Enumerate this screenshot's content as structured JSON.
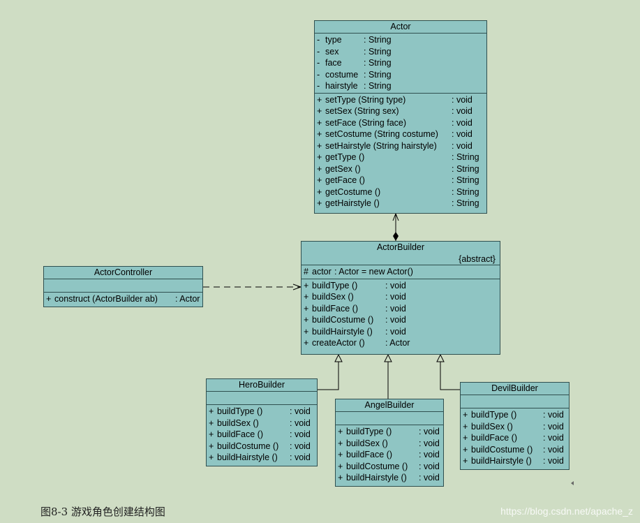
{
  "classes": {
    "actor": {
      "name": "Actor",
      "attributes": [
        {
          "vis": "-",
          "name": "type",
          "type": ": String"
        },
        {
          "vis": "-",
          "name": "sex",
          "type": ": String"
        },
        {
          "vis": "-",
          "name": "face",
          "type": ": String"
        },
        {
          "vis": "-",
          "name": "costume",
          "type": ": String"
        },
        {
          "vis": "-",
          "name": "hairstyle",
          "type": ": String"
        }
      ],
      "methods": [
        {
          "vis": "+",
          "name": "setType (String type)",
          "type": ": void"
        },
        {
          "vis": "+",
          "name": "setSex (String sex)",
          "type": ": void"
        },
        {
          "vis": "+",
          "name": "setFace (String face)",
          "type": ": void"
        },
        {
          "vis": "+",
          "name": "setCostume (String costume)",
          "type": ": void"
        },
        {
          "vis": "+",
          "name": "setHairstyle (String hairstyle)",
          "type": ": void"
        },
        {
          "vis": "+",
          "name": "getType ()",
          "type": ": String"
        },
        {
          "vis": "+",
          "name": "getSex ()",
          "type": ": String"
        },
        {
          "vis": "+",
          "name": "getFace ()",
          "type": ": String"
        },
        {
          "vis": "+",
          "name": "getCostume ()",
          "type": ": String"
        },
        {
          "vis": "+",
          "name": "getHairstyle ()",
          "type": ": String"
        }
      ]
    },
    "actor_builder": {
      "name": "ActorBuilder",
      "stereotype": "{abstract}",
      "attributes": [
        {
          "vis": "#",
          "name": "actor",
          "type": ": Actor  = new Actor()"
        }
      ],
      "methods": [
        {
          "vis": "+",
          "name": "buildType ()",
          "type": ": void"
        },
        {
          "vis": "+",
          "name": "buildSex ()",
          "type": ": void"
        },
        {
          "vis": "+",
          "name": "buildFace ()",
          "type": ": void"
        },
        {
          "vis": "+",
          "name": "buildCostume ()",
          "type": ": void"
        },
        {
          "vis": "+",
          "name": "buildHairstyle ()",
          "type": ": void"
        },
        {
          "vis": "+",
          "name": "createActor ()",
          "type": ": Actor"
        }
      ]
    },
    "actor_controller": {
      "name": "ActorController",
      "methods": [
        {
          "vis": "+",
          "name": "construct (ActorBuilder ab)",
          "type": ": Actor"
        }
      ]
    },
    "hero_builder": {
      "name": "HeroBuilder",
      "methods": [
        {
          "vis": "+",
          "name": "buildType ()",
          "type": ": void"
        },
        {
          "vis": "+",
          "name": "buildSex ()",
          "type": ": void"
        },
        {
          "vis": "+",
          "name": "buildFace ()",
          "type": ": void"
        },
        {
          "vis": "+",
          "name": "buildCostume ()",
          "type": ": void"
        },
        {
          "vis": "+",
          "name": "buildHairstyle ()",
          "type": ": void"
        }
      ]
    },
    "angel_builder": {
      "name": "AngelBuilder",
      "methods": [
        {
          "vis": "+",
          "name": "buildType ()",
          "type": ": void"
        },
        {
          "vis": "+",
          "name": "buildSex ()",
          "type": ": void"
        },
        {
          "vis": "+",
          "name": "buildFace ()",
          "type": ": void"
        },
        {
          "vis": "+",
          "name": "buildCostume ()",
          "type": ": void"
        },
        {
          "vis": "+",
          "name": "buildHairstyle ()",
          "type": ": void"
        }
      ]
    },
    "devil_builder": {
      "name": "DevilBuilder",
      "methods": [
        {
          "vis": "+",
          "name": "buildType ()",
          "type": ": void"
        },
        {
          "vis": "+",
          "name": "buildSex ()",
          "type": ": void"
        },
        {
          "vis": "+",
          "name": "buildFace ()",
          "type": ": void"
        },
        {
          "vis": "+",
          "name": "buildCostume ()",
          "type": ": void"
        },
        {
          "vis": "+",
          "name": "buildHairstyle ()",
          "type": ": void"
        }
      ]
    }
  },
  "caption": "图8-3 游戏角色创建结构图",
  "watermark": "https://blog.csdn.net/apache_z",
  "colors": {
    "class_fill": "#8fc5c3",
    "background": "#cfddc4",
    "line": "#2f4f4f"
  }
}
